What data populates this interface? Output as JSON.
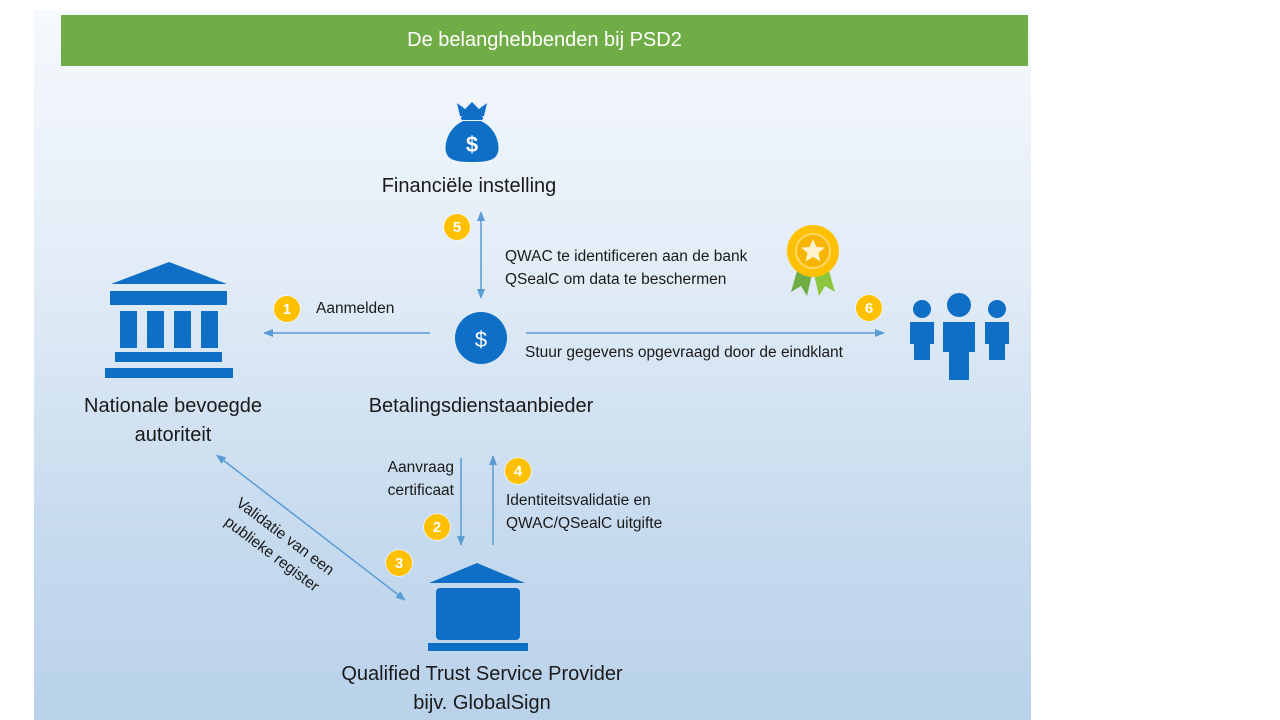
{
  "header": {
    "title": "De belanghebbenden bij PSD2"
  },
  "nodes": {
    "bank": "Financiële instelling",
    "authority": "Nationale bevoegde autoriteit",
    "psp": "Betalingsdienstaanbieder",
    "qtsp_line1": "Qualified Trust Service Provider",
    "qtsp_line2": "bijv. GlobalSign"
  },
  "edges": {
    "register": "Aanmelden",
    "identify_line1": "QWAC te identificeren aan de bank",
    "identify_line2": "QSealC om data te beschermen",
    "send": "Stuur gegevens opgevraagd door de eindklant",
    "request_line1": "Aanvraag",
    "request_line2": "certificaat",
    "validation_line1": "Identiteitsvalidatie en",
    "validation_line2": "QWAC/QSealC uitgifte",
    "public_register_line1": "Validatie van een",
    "public_register_line2": "publieke register"
  },
  "steps": [
    "1",
    "2",
    "3",
    "4",
    "5",
    "6"
  ],
  "icons": {
    "bank": "money-bag-icon",
    "authority": "government-building-icon",
    "psp": "dollar-coin-icon",
    "qtsp": "trust-provider-building-icon",
    "customers": "people-group-icon",
    "certificate": "award-medal-icon"
  },
  "colors": {
    "header": "#70ad47",
    "icon": "#0f6fc6",
    "arrow": "#5b9bd5",
    "badge": "#ffc000"
  }
}
